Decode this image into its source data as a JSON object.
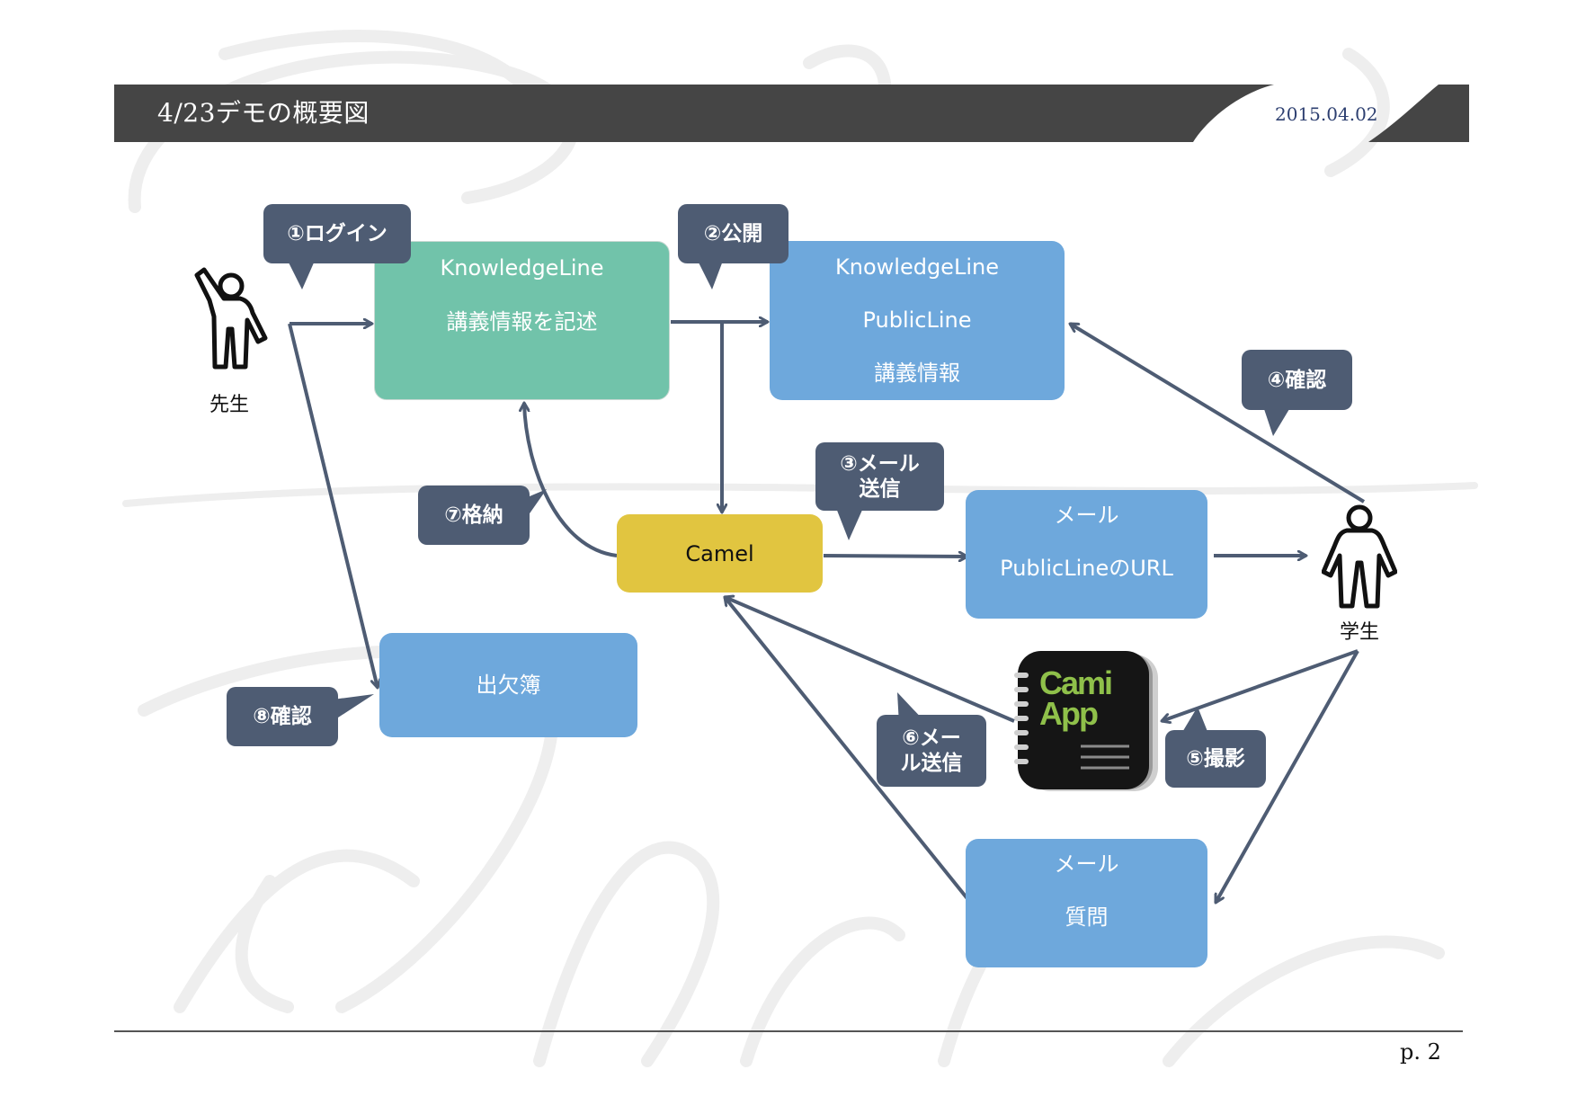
{
  "header": {
    "title": "4/23デモの概要図",
    "date": "2015.04.02"
  },
  "footer": {
    "page": "p. 2"
  },
  "watermark": {
    "text": "Symphony"
  },
  "actors": {
    "teacher": {
      "label": "先生",
      "icon": "raised-hand-person-icon"
    },
    "student": {
      "label": "学生",
      "icon": "person-icon"
    }
  },
  "nodes": {
    "knowledgeline_write": {
      "lines": [
        "KnowledgeLine",
        "講義情報を記述"
      ],
      "color": "#71c3aa"
    },
    "knowledgeline_public": {
      "lines": [
        "KnowledgeLine",
        "PublicLine",
        "講義情報"
      ],
      "color": "#6ea8dc"
    },
    "camel": {
      "lines": [
        "Camel"
      ],
      "color": "#e1c540"
    },
    "mail_url": {
      "lines": [
        "メール",
        "PublicLineのURL"
      ],
      "color": "#6ea8dc"
    },
    "attendance": {
      "lines": [
        "出欠簿"
      ],
      "color": "#6ea8dc"
    },
    "mail_question": {
      "lines": [
        "メール",
        "質問"
      ],
      "color": "#6ea8dc"
    },
    "camiapp": {
      "lines": [
        "Cami",
        "App"
      ],
      "icon": "camiapp-notebook-icon"
    }
  },
  "callouts": {
    "step1": {
      "lines": [
        "①ログイン"
      ]
    },
    "step2": {
      "lines": [
        "②公開"
      ]
    },
    "step3": {
      "lines": [
        "③メール",
        "送信"
      ]
    },
    "step4": {
      "lines": [
        "④確認"
      ]
    },
    "step5": {
      "lines": [
        "⑤撮影"
      ]
    },
    "step6": {
      "lines": [
        "⑥メー",
        "ル送信"
      ]
    },
    "step7": {
      "lines": [
        "⑦格納"
      ]
    },
    "step8": {
      "lines": [
        "⑧確認"
      ]
    }
  },
  "colors": {
    "header_bar": "#454545",
    "arrow": "#4e5c73",
    "callout": "#4e5c73",
    "date_text": "#2d3f70"
  }
}
